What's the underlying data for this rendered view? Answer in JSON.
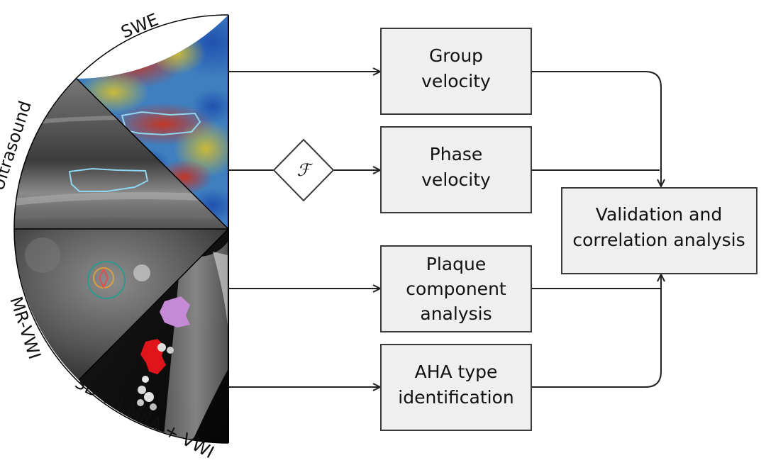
{
  "modalities": {
    "swe": "SWE",
    "ultrasound": "Ultrasound",
    "mrvwi": "MR-VWI",
    "mra": "3D VR MRA + VWI"
  },
  "transform_symbol": "ℱ",
  "boxes": {
    "group_velocity": [
      "Group",
      "velocity"
    ],
    "phase_velocity": [
      "Phase",
      "velocity"
    ],
    "plaque_component": [
      "Plaque",
      "component",
      "analysis"
    ],
    "aha_type": [
      "AHA type",
      "identification"
    ],
    "validation": [
      "Validation and",
      "correlation analysis"
    ]
  },
  "colors": {
    "box_fill": "#efefef",
    "box_stroke": "#3a3a3a",
    "roi_outline": "#8fd6ef",
    "plaque_pink": "#c58ad6",
    "plaque_red": "#e0151b"
  }
}
